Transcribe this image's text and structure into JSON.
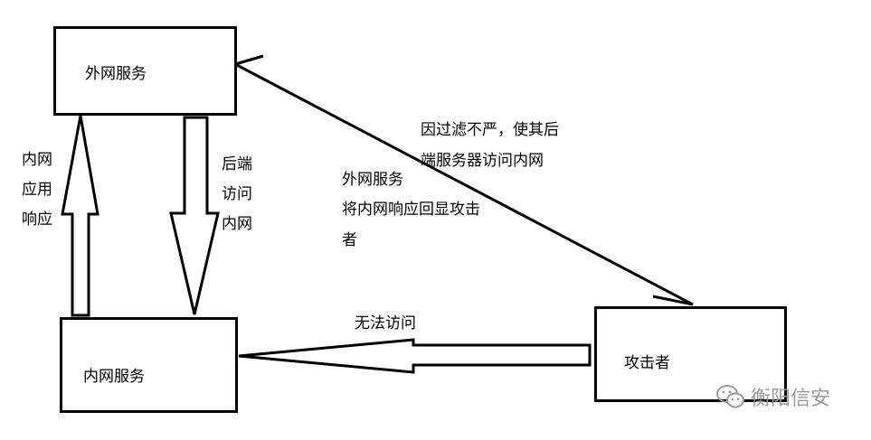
{
  "nodes": {
    "external_service": "外网服务",
    "internal_service": "内网服务",
    "attacker": "攻击者"
  },
  "labels": {
    "internal_response": [
      "内网",
      "应用",
      "响应"
    ],
    "backend_access": [
      "后端",
      "访问",
      "内网"
    ],
    "lax_filter": [
      "因过滤不严，使其后",
      "端服务器访问内网"
    ],
    "echo_back": [
      "外网服务",
      "将内网响应回显攻击",
      "者"
    ],
    "no_access": "无法访问"
  },
  "watermark": {
    "text": "衡阳信安",
    "icon": "wechat-icon"
  }
}
